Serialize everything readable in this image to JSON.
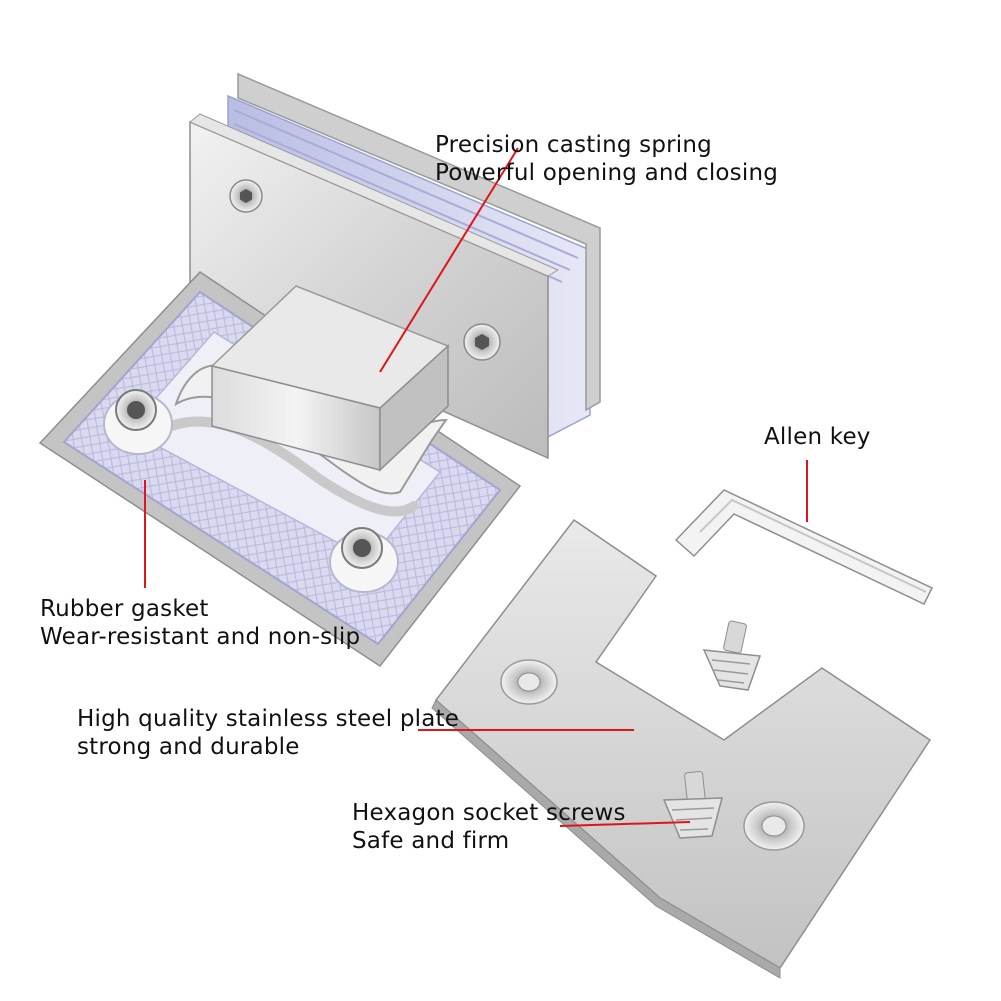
{
  "annotations": {
    "spring": {
      "line1": "Precision casting spring",
      "line2": "Powerful opening and closing"
    },
    "gasket": {
      "line1": "Rubber gasket",
      "line2": "Wear-resistant and non-slip"
    },
    "plate": {
      "line1": "High quality stainless steel plate",
      "line2": "strong and durable"
    },
    "screws": {
      "line1": "Hexagon socket screws",
      "line2": "Safe and firm"
    },
    "allen_key": {
      "line1": "Allen key"
    }
  },
  "colors": {
    "leader_line": "#e0141b",
    "steel_light": "#e4e4e4",
    "steel_mid": "#c9c9c9",
    "steel_dark": "#8e8e8e",
    "gasket": "#d6d6ef",
    "text": "#111111"
  }
}
